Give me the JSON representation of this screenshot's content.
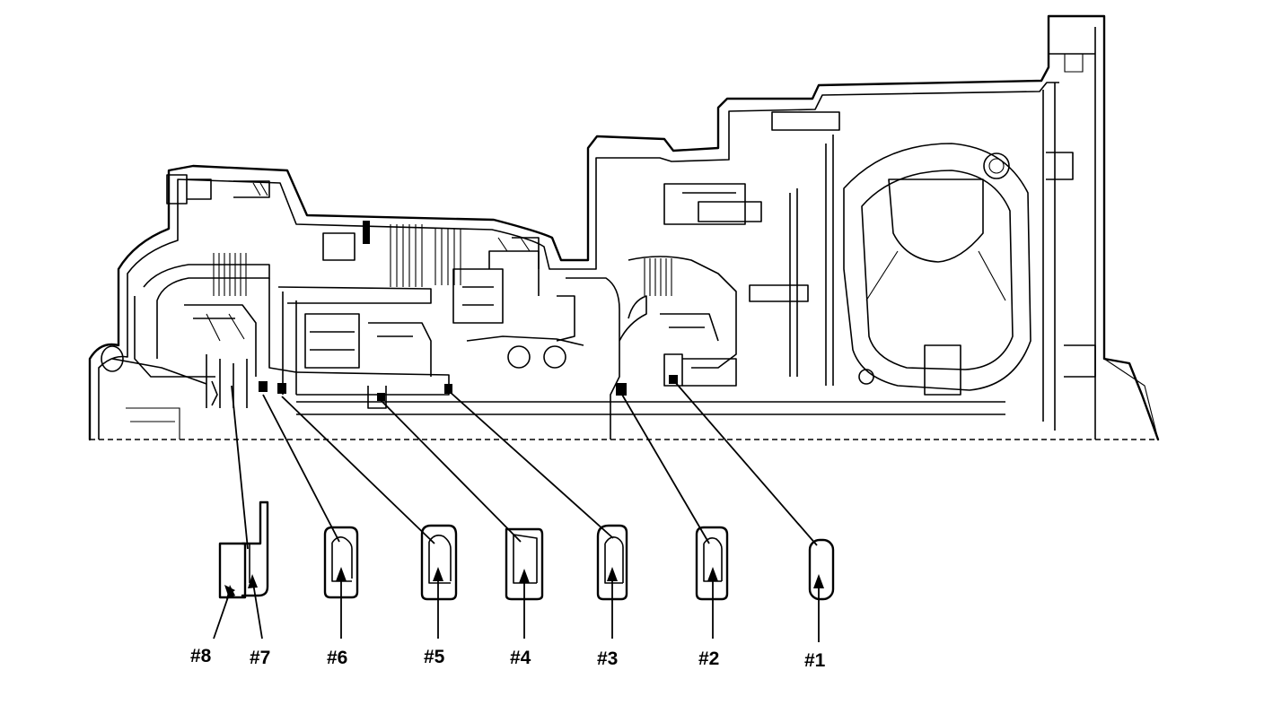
{
  "diagram": {
    "callouts": [
      {
        "id": "8",
        "label": "#8"
      },
      {
        "id": "7",
        "label": "#7"
      },
      {
        "id": "6",
        "label": "#6"
      },
      {
        "id": "5",
        "label": "#5"
      },
      {
        "id": "4",
        "label": "#4"
      },
      {
        "id": "3",
        "label": "#3"
      },
      {
        "id": "2",
        "label": "#2"
      },
      {
        "id": "1",
        "label": "#1"
      }
    ]
  }
}
